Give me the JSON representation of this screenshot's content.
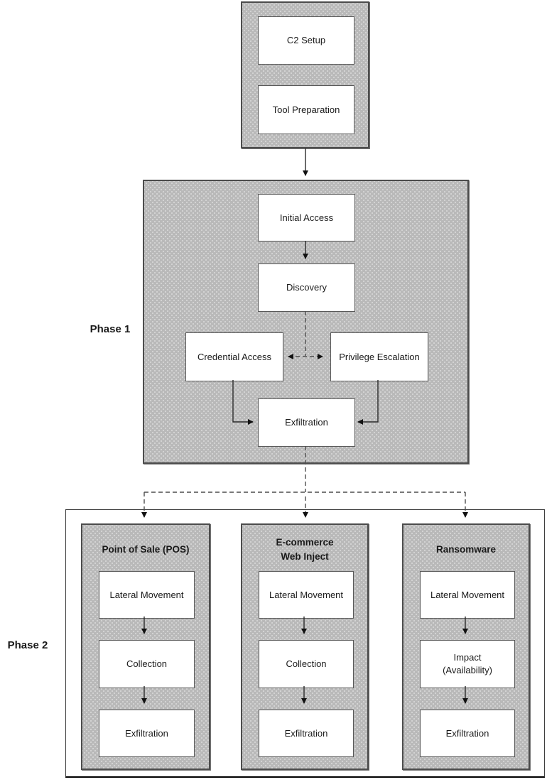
{
  "prep": {
    "nodes": [
      {
        "label": "C2 Setup"
      },
      {
        "label": "Tool Preparation"
      }
    ]
  },
  "phase1": {
    "label": "Phase 1",
    "nodes": [
      {
        "label": "Initial Access"
      },
      {
        "label": "Discovery"
      },
      {
        "label": "Credential Access"
      },
      {
        "label": "Privilege Escalation"
      },
      {
        "label": "Exfiltration"
      }
    ]
  },
  "phase2": {
    "label": "Phase 2",
    "columns": [
      {
        "header": "Point of Sale (POS)",
        "nodes": [
          {
            "label": "Lateral Movement"
          },
          {
            "label": "Collection"
          },
          {
            "label": "Exfiltration"
          }
        ]
      },
      {
        "header": "E-commerce\nWeb Inject",
        "nodes": [
          {
            "label": "Lateral Movement"
          },
          {
            "label": "Collection"
          },
          {
            "label": "Exfiltration"
          }
        ]
      },
      {
        "header": "Ransomware",
        "nodes": [
          {
            "label": "Lateral Movement"
          },
          {
            "label": "Impact\n(Availability)"
          },
          {
            "label": "Exfiltration"
          }
        ]
      }
    ]
  },
  "colors": {
    "container_fill": "#b9b9b9",
    "container_border": "#4c4c4c",
    "node_fill": "#ffffff",
    "node_border": "#595959",
    "solid_connector": "#2b2b2b",
    "dashed_connector": "#4d4d4d",
    "text": "#1a1a1a"
  }
}
